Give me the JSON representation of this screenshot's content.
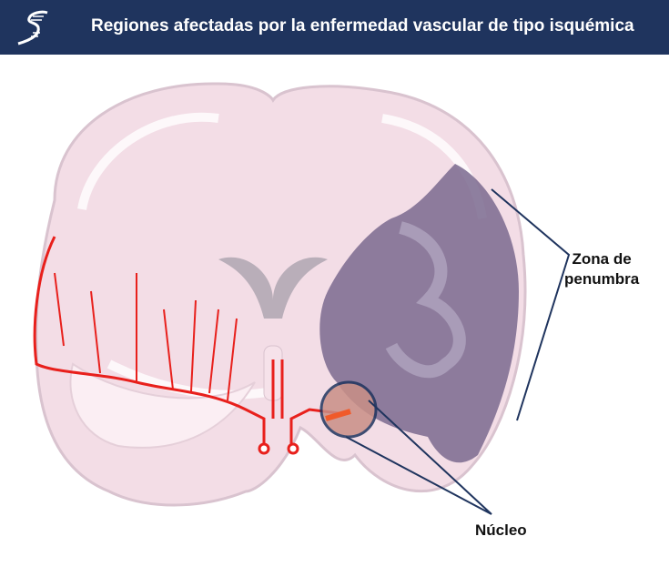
{
  "header": {
    "title": "Regiones afectadas por la enfermedad vascular de tipo isquémica"
  },
  "labels": {
    "penumbra": "Zona de penumbra",
    "penumbra_line1": "Zona de",
    "penumbra_line2": "penumbra",
    "core": "Núcleo"
  },
  "colors": {
    "header": "#1f345e",
    "brain": "#f3dde6",
    "artery": "#e8201c",
    "penumbra": "#7a6a8e",
    "core": "#c98f86"
  }
}
